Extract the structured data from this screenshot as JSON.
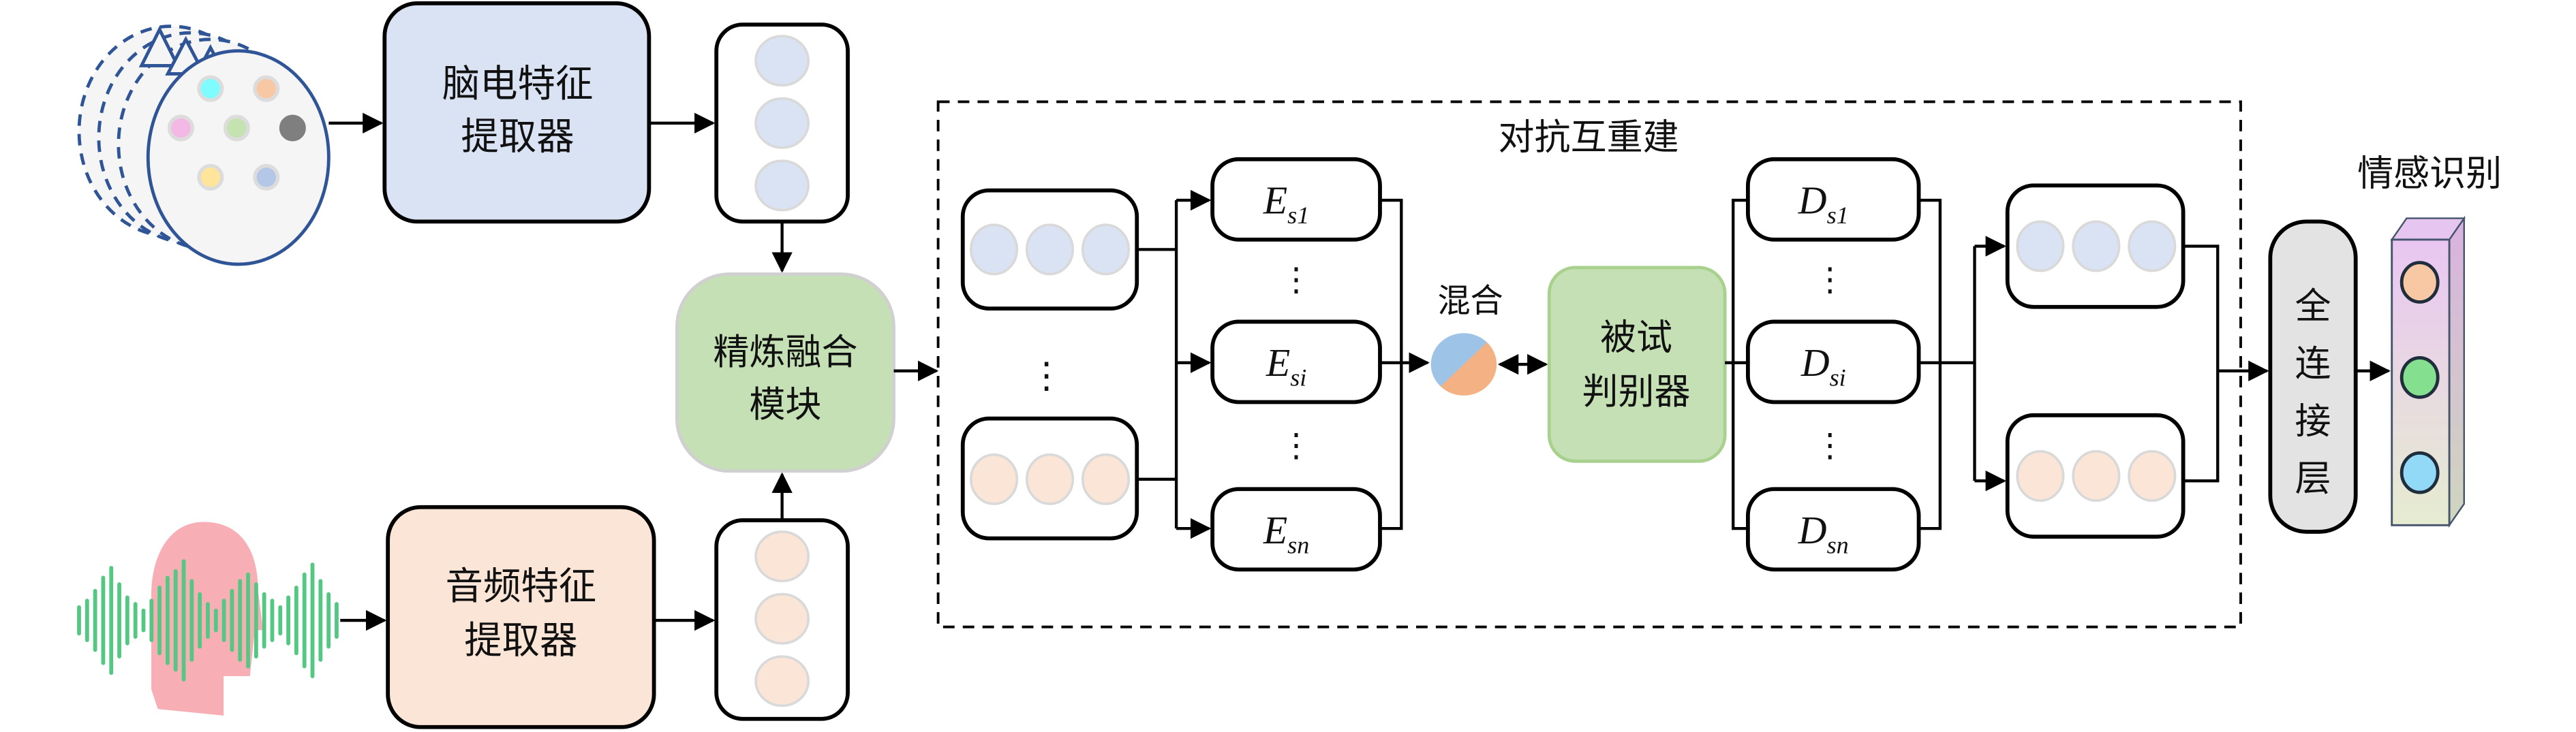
{
  "diagram": {
    "inputs": {
      "eeg": {
        "icon": "eeg-head-electrodes-icon",
        "electrode_colors": [
          "#7ffcff",
          "#f8c8a4",
          "#f4b8e6",
          "#c4e3b0",
          "#7f7f7f",
          "#ffe59a",
          "#b4c7e7"
        ]
      },
      "audio": {
        "icon": "speaking-head-soundwave-icon",
        "head_color": "#f7aeb4",
        "wave_color": "#52c882"
      }
    },
    "extractors": {
      "eeg": {
        "line1": "脑电特征",
        "line2": "提取器",
        "fill": "#dae3f3"
      },
      "audio": {
        "line1": "音频特征",
        "line2": "提取器",
        "fill": "#fbe5d6"
      }
    },
    "fusion": {
      "line1": "精炼融合",
      "line2": "模块",
      "fill": "#c5e0b4"
    },
    "adversarial": {
      "title": "对抗互重建",
      "left_ellipsis": "⋮",
      "encoders": [
        {
          "base": "E",
          "sub": "s1"
        },
        {
          "base": "E",
          "sub": "si"
        },
        {
          "base": "E",
          "sub": "sn"
        }
      ],
      "encoder_ellipsis": "⋮",
      "mix_label": "混合",
      "discriminator": {
        "line1": "被试",
        "line2": "判别器",
        "fill": "#c5e0b4"
      },
      "decoders": [
        {
          "base": "D",
          "sub": "s1"
        },
        {
          "base": "D",
          "sub": "si"
        },
        {
          "base": "D",
          "sub": "sn"
        }
      ],
      "decoder_ellipsis": "⋮"
    },
    "fc_layer": {
      "chars": [
        "全",
        "连",
        "接",
        "层"
      ],
      "fill": "#e3e3e3"
    },
    "output": {
      "title": "情感识别",
      "node_colors": [
        "#f8c8a4",
        "#84e08e",
        "#92d9f7"
      ]
    },
    "colors": {
      "eeg_feature": "#dae3f3",
      "audio_feature": "#fbe5d6",
      "feature_outline": "#d9d9d9",
      "head_outline": "#2f5597"
    }
  }
}
